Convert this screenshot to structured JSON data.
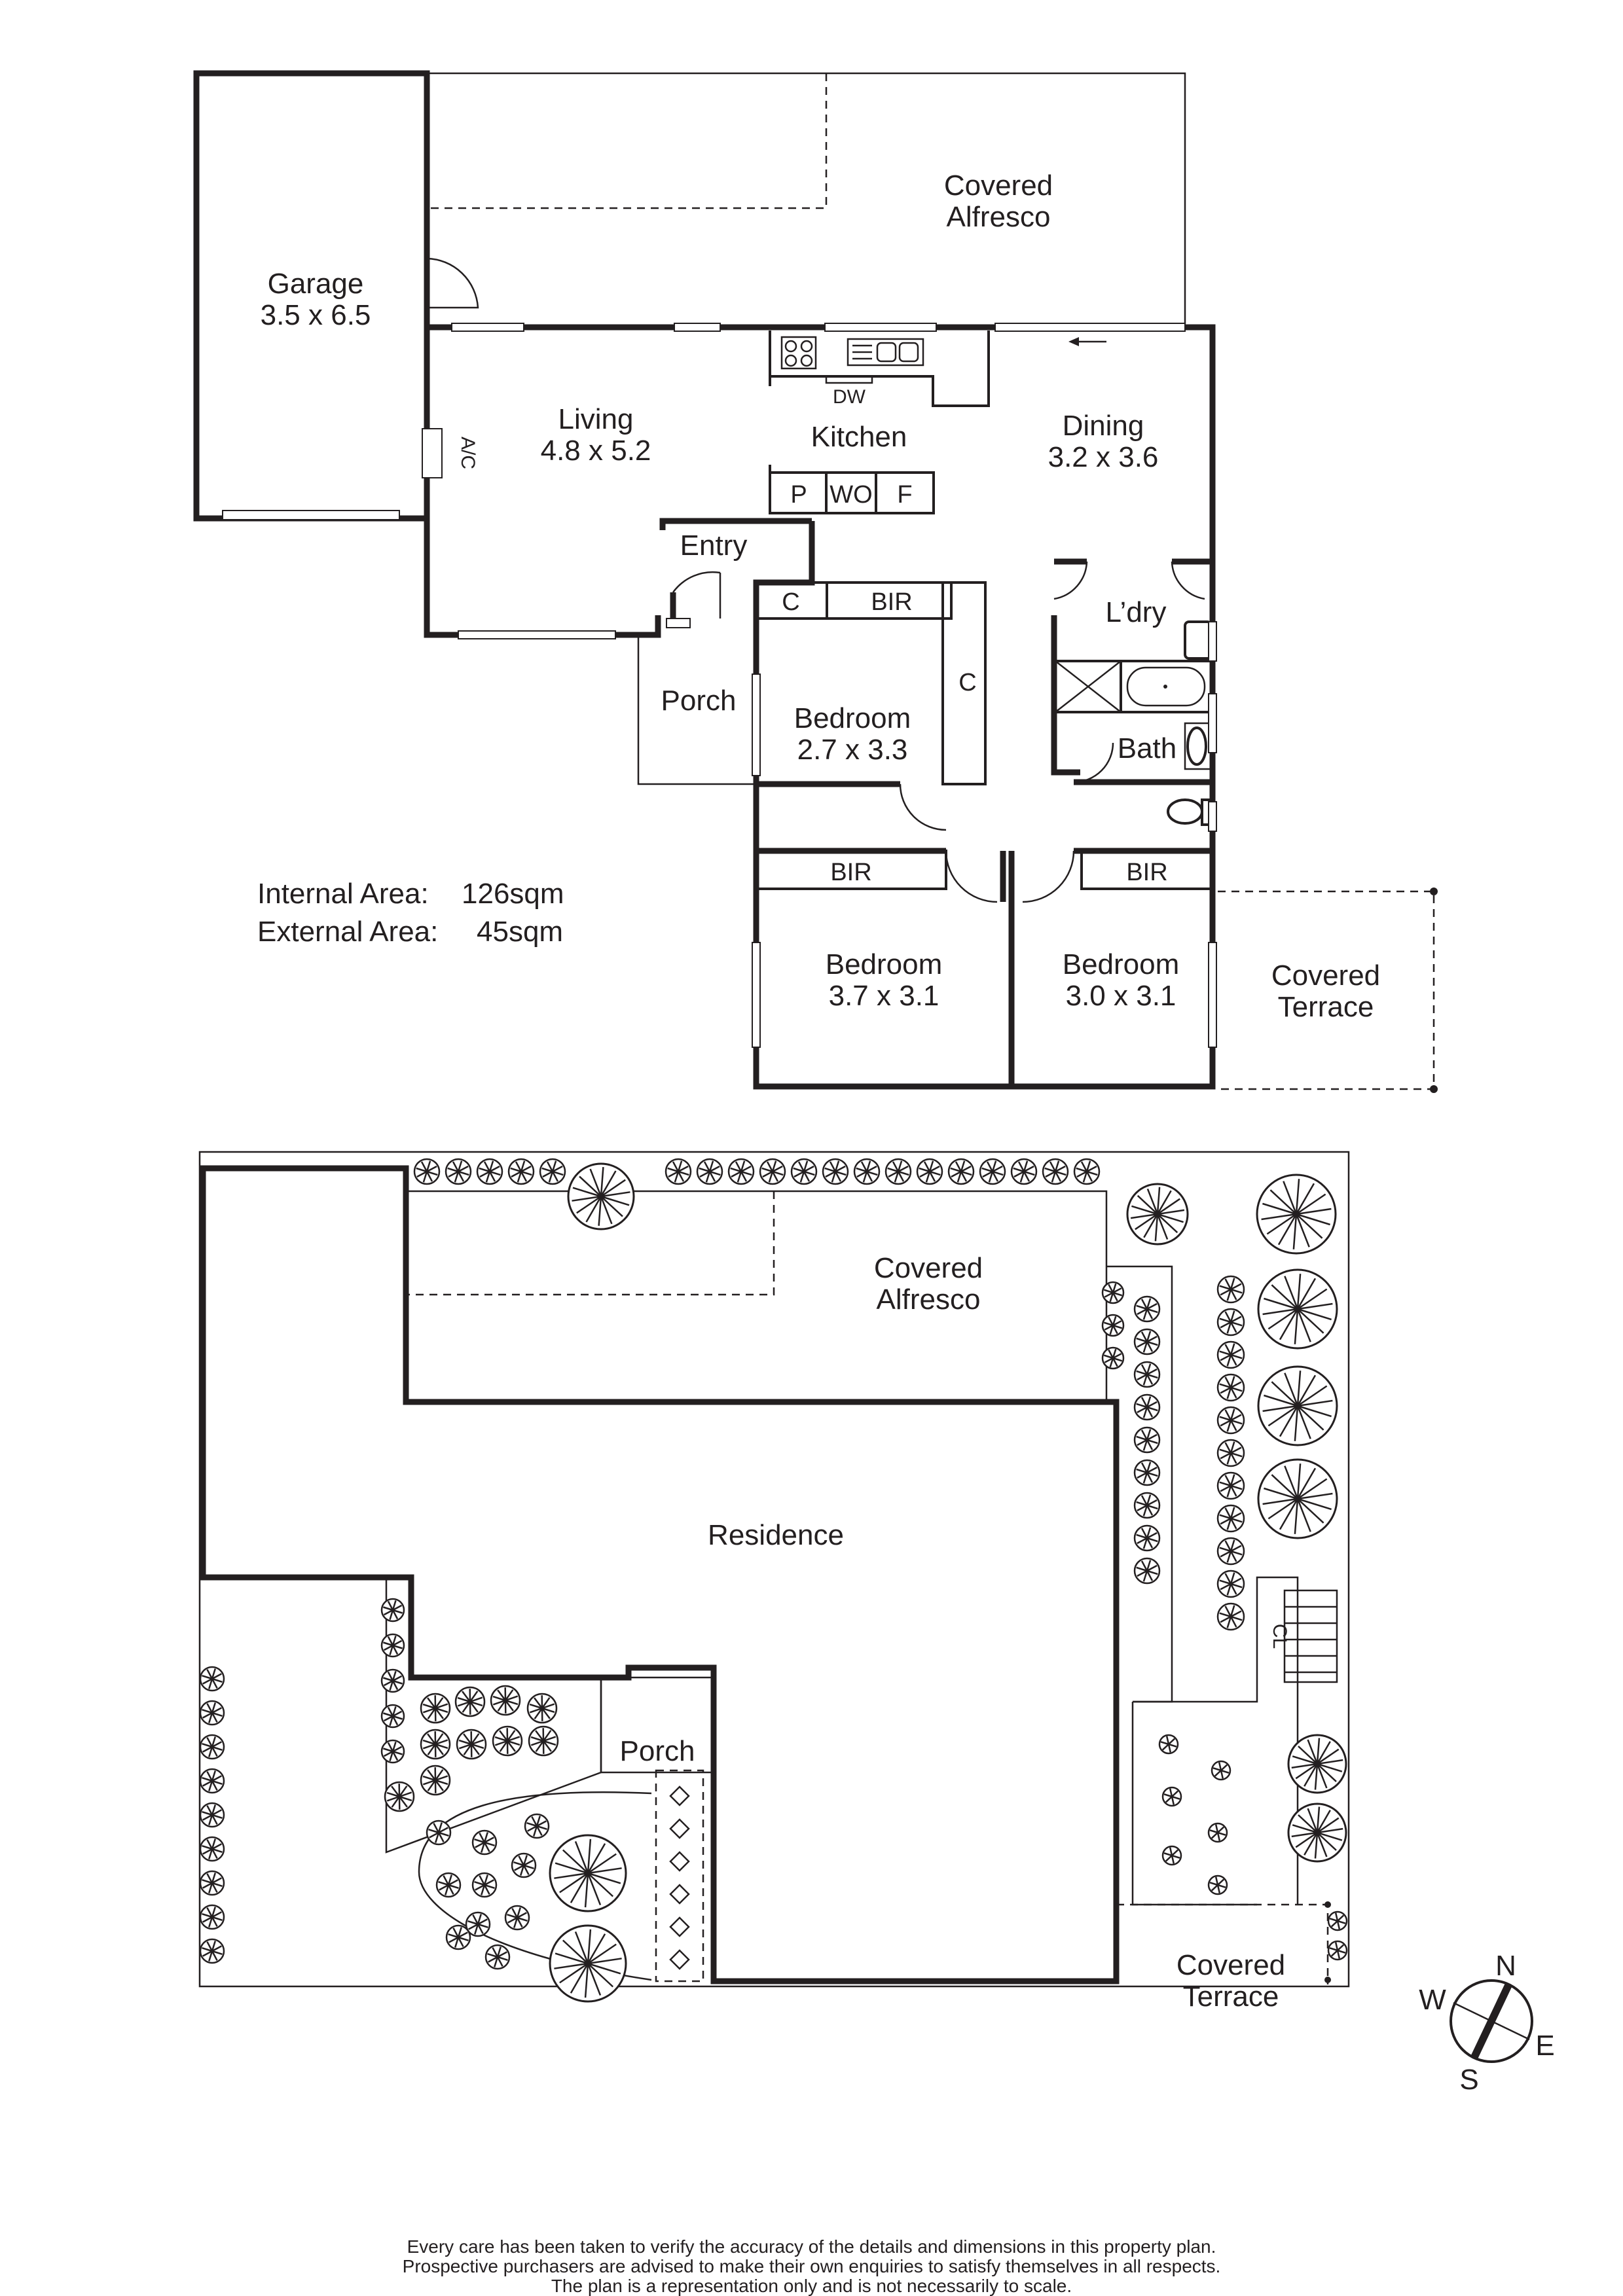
{
  "floor_plan": {
    "rooms": {
      "garage_name": "Garage",
      "garage_size": "3.5 x 6.5",
      "alfresco_line1": "Covered",
      "alfresco_line2": "Alfresco",
      "living_name": "Living",
      "living_size": "4.8 x 5.2",
      "ac": "A/C",
      "kitchen": "Kitchen",
      "dw": "DW",
      "pantry": "P",
      "wo": "WO",
      "fridge": "F",
      "dining_name": "Dining",
      "dining_size": "3.2 x 3.6",
      "entry": "Entry",
      "porch": "Porch",
      "c1": "C",
      "bir1": "BIR",
      "c2": "C",
      "laundry": "L’dry",
      "bath": "Bath",
      "bed1_name": "Bedroom",
      "bed1_size": "2.7 x 3.3",
      "bir2": "BIR",
      "bir3": "BIR",
      "bed2_name": "Bedroom",
      "bed2_size": "3.7 x 3.1",
      "bed3_name": "Bedroom",
      "bed3_size": "3.0 x 3.1",
      "terrace_line1": "Covered",
      "terrace_line2": "Terrace"
    },
    "areas": {
      "internal_label": "Internal Area:",
      "internal_value": "126sqm",
      "external_label": "External Area:",
      "external_value": "45sqm"
    }
  },
  "site_plan": {
    "alfresco_line1": "Covered",
    "alfresco_line2": "Alfresco",
    "residence": "Residence",
    "porch": "Porch",
    "cl": "CL",
    "terrace_line1": "Covered",
    "terrace_line2": "Terrace"
  },
  "compass": {
    "n": "N",
    "e": "E",
    "s": "S",
    "w": "W"
  },
  "disclaimer": [
    "Every care has been taken to verify the accuracy of the details and dimensions in this property plan.",
    "Prospective purchasers are advised to make their own enquiries to satisfy themselves in all respects.",
    "The plan is a representation only and is not necessarily to scale."
  ]
}
